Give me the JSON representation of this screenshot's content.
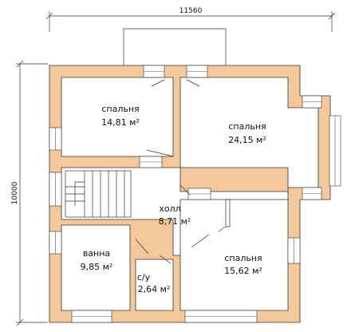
{
  "dimensions": {
    "width_label": "11560",
    "height_label": "10000"
  },
  "rooms": [
    {
      "name": "спальня",
      "area": "14,81 м²"
    },
    {
      "name": "спальня",
      "area": "24,15 м²"
    },
    {
      "name": "холл",
      "area": "8,71 м²"
    },
    {
      "name": "ванна",
      "area": "9,85 м²"
    },
    {
      "name": "с/у",
      "area": "2,64 м²"
    },
    {
      "name": "спальня",
      "area": "15,62 м²"
    }
  ],
  "colors": {
    "wall": "#f4c89a",
    "outline": "#333333",
    "background": "#ffffff"
  }
}
